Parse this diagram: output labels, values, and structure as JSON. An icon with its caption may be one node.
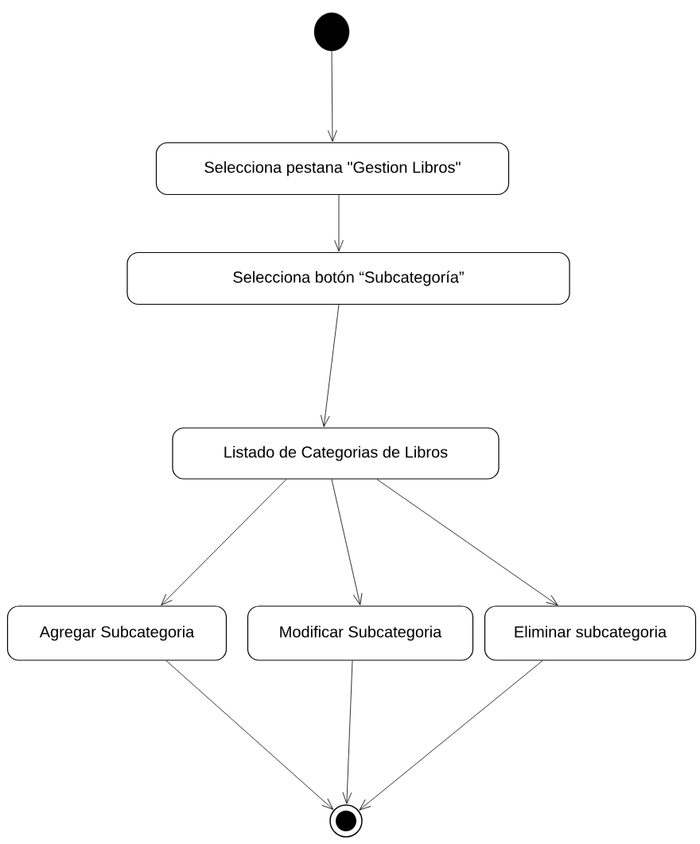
{
  "diagram": {
    "nodes": [
      {
        "text": [],
        "shape": "circle"
      },
      {
        "text": [
          "Selecciona pestana \"Gestion Libros\""
        ]
      },
      {
        "text": [
          "Selecciona botón “Subcategoría”"
        ]
      },
      {
        "text": [
          "Listado de Categorias de Libros"
        ]
      },
      {
        "text": [
          "Agregar Subcategoria"
        ]
      },
      {
        "text": [
          "Modificar Subcategoria"
        ]
      },
      {
        "text": [
          "Eliminar subcategoria"
        ]
      },
      {
        "text": [],
        "shape": "bullseye"
      }
    ],
    "edges": [
      {
        "from": 0,
        "to": 1,
        "arrow": "to"
      },
      {
        "from": 1,
        "to": 2,
        "arrow": "to"
      },
      {
        "from": 2,
        "to": 3,
        "arrow": "to"
      },
      {
        "from": 3,
        "to": 4,
        "arrow": "to"
      },
      {
        "from": 3,
        "to": 5,
        "arrow": "to"
      },
      {
        "from": 3,
        "to": 6,
        "arrow": "to"
      },
      {
        "from": 4,
        "to": 7,
        "arrow": "to"
      },
      {
        "from": 5,
        "to": 7,
        "arrow": "to"
      },
      {
        "from": 6,
        "to": 7,
        "arrow": "to"
      }
    ]
  }
}
